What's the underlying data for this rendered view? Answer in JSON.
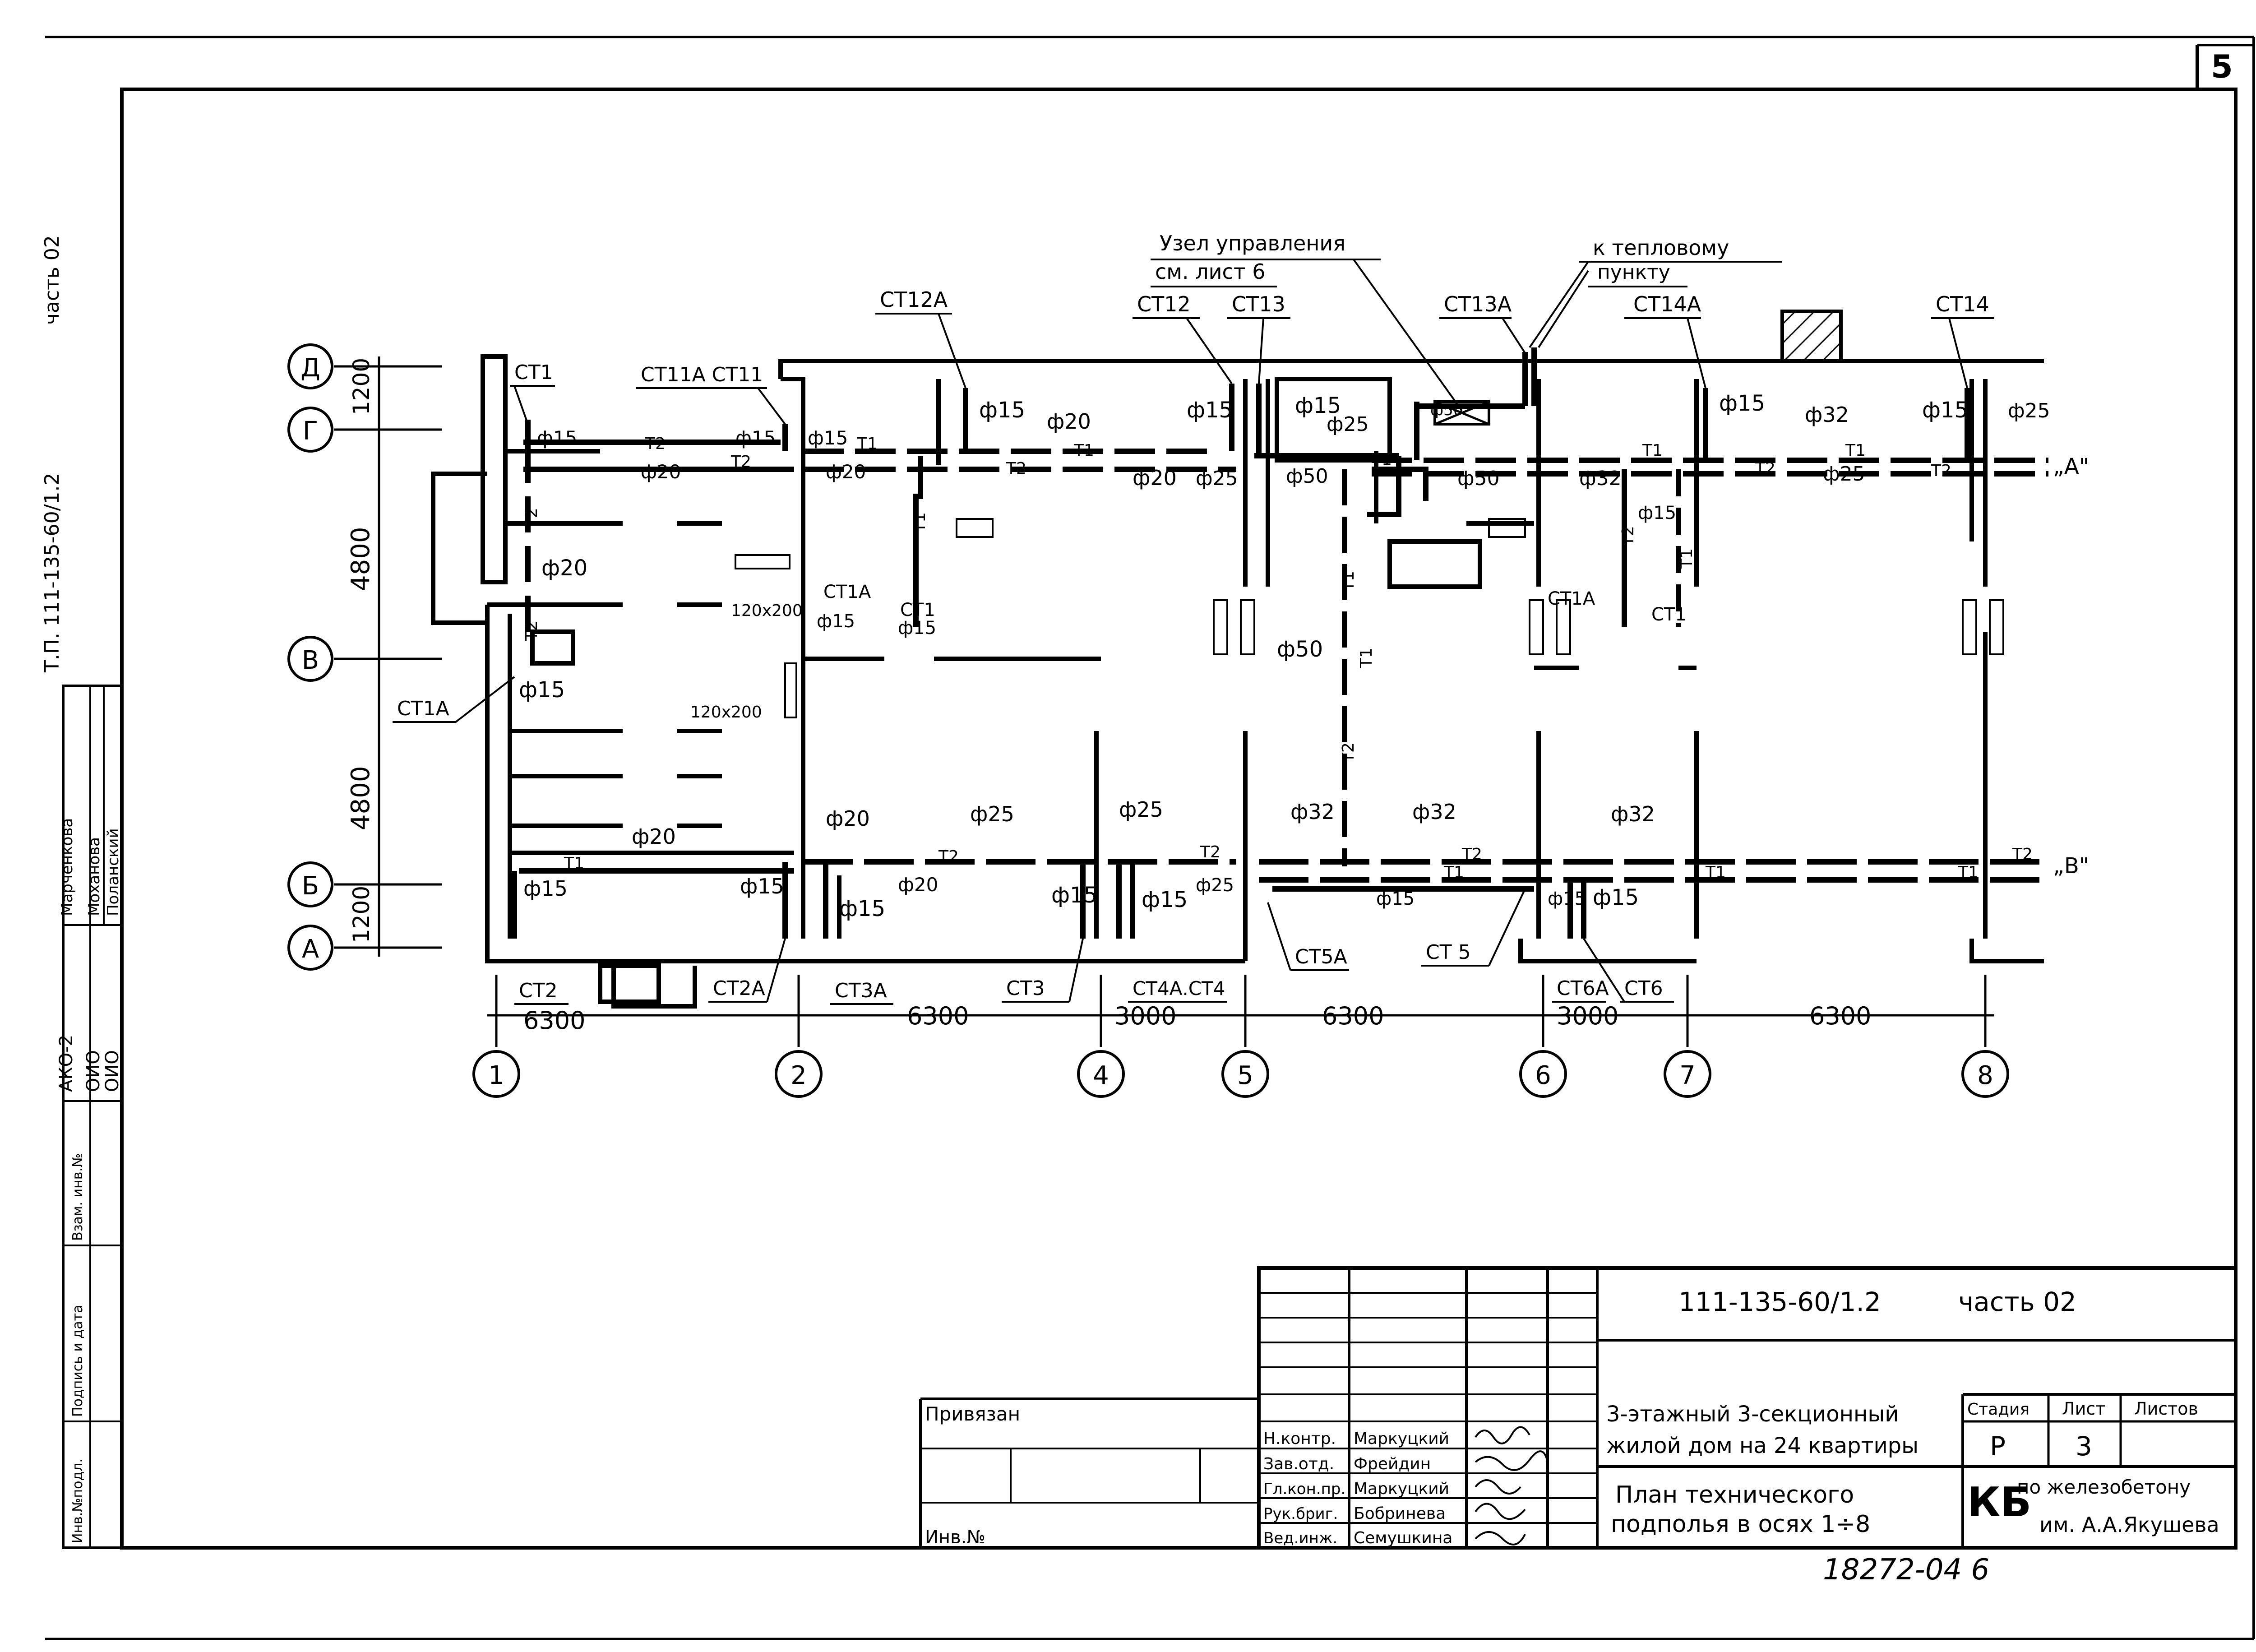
{
  "sheet_number": "5",
  "side_stamp": {
    "doc_code": "Т.П. 111-135-60/1.2",
    "part": "часть 02",
    "people": [
      "Марченкова",
      "Моханова",
      "Поланский"
    ],
    "codes": [
      "АКО-2",
      "ОИО",
      "ОИО"
    ],
    "fields": [
      "Инв.№подл.",
      "Подпись и дата",
      "Взам. инв.№"
    ]
  },
  "axes": {
    "rows": [
      "Д",
      "Г",
      "В",
      "Б",
      "А"
    ],
    "cols": [
      "1",
      "2",
      "4",
      "5",
      "6",
      "7",
      "8"
    ],
    "row_dims": [
      "1200",
      "4800",
      "4800",
      "1200"
    ],
    "col_dims": [
      "6300",
      "6300",
      "3000",
      "6300",
      "3000",
      "6300"
    ]
  },
  "callouts": {
    "node_title": "Узел управления",
    "node_ref": "см. лист 6",
    "heat_title": "к тепловому",
    "heat_sub": "пункту",
    "ct12a": "СТ12А",
    "ct12": "СТ12",
    "ct13": "СТ13",
    "ct13a": "СТ13А",
    "ct14a": "СТ14А",
    "ct14": "СТ14",
    "ct1": "СТ1",
    "ct11a_ct11": "СТ11А СТ11",
    "ct1a": "СТ1А",
    "ct2": "СТ2",
    "ct2a": "СТ2А",
    "ct3a": "СТ3А",
    "ct3": "СТ3",
    "ct4a_ct4": "СТ4А.СТ4",
    "ct5a": "СТ5А",
    "ct5": "СТ 5",
    "ct6a": "СТ6А",
    "ct6": "СТ6",
    "cti_a": "СТ1А",
    "cti": "СТ1",
    "cti_a2": "СТ1А",
    "cti2": "СТ1",
    "line_a": "„А\"",
    "line_b": "„В\"",
    "vent1": "120x200",
    "vent2": "120x200"
  },
  "diameters": {
    "d15": "ф15",
    "d20": "ф20",
    "d25": "ф25",
    "d32": "ф32",
    "d50": "ф50",
    "d25s": "ф25"
  },
  "pipe_marks": {
    "t1": "Т1",
    "t2": "Т2"
  },
  "title_block": {
    "doc_code": "111-135-60/1.2",
    "part": "часть 02",
    "bound": "Привязан",
    "inv": "Инв.№",
    "roles": [
      "Н.контр.",
      "Зав.отд.",
      "Гл.кон.пр.",
      "Рук.бриг.",
      "Вед.инж."
    ],
    "names": [
      "Маркуцкий",
      "Фрейдин",
      "Маркуцкий",
      "Бобринева",
      "Семушкина"
    ],
    "object_line1": "3-этажный 3-секционный",
    "object_line2": "жилой дом на 24 квартиры",
    "sheet_line1": "План технического",
    "sheet_line2": "подполья в осях 1÷8",
    "stage_label": "Стадия",
    "sheet_label": "Лист",
    "sheets_label": "Листов",
    "stage": "Р",
    "sheet": "3",
    "org_kb": "КБ",
    "org_line1": "по железобетону",
    "org_line2": "им. А.А.Якушева",
    "archive_no": "18272-04 6"
  }
}
